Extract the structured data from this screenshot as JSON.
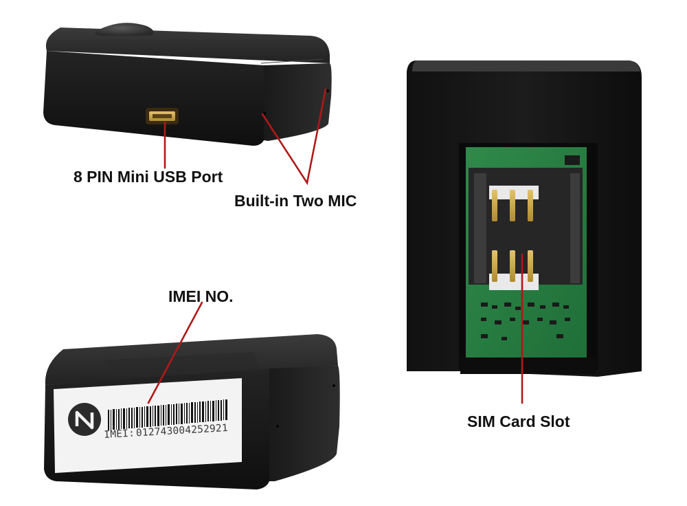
{
  "labels": {
    "usb_port": "8 PIN Mini USB Port",
    "mic": "Built-in Two MIC",
    "imei": "IMEI NO.",
    "sim_slot": "SIM Card Slot"
  },
  "sticker": {
    "imei_prefix": "IMEI:",
    "imei_number": "012743004252921"
  },
  "colors": {
    "callout_line": "#b01818",
    "device_body": "#1b1b1b",
    "pcb_green": "#2f8a4a",
    "label_text": "#111111"
  }
}
